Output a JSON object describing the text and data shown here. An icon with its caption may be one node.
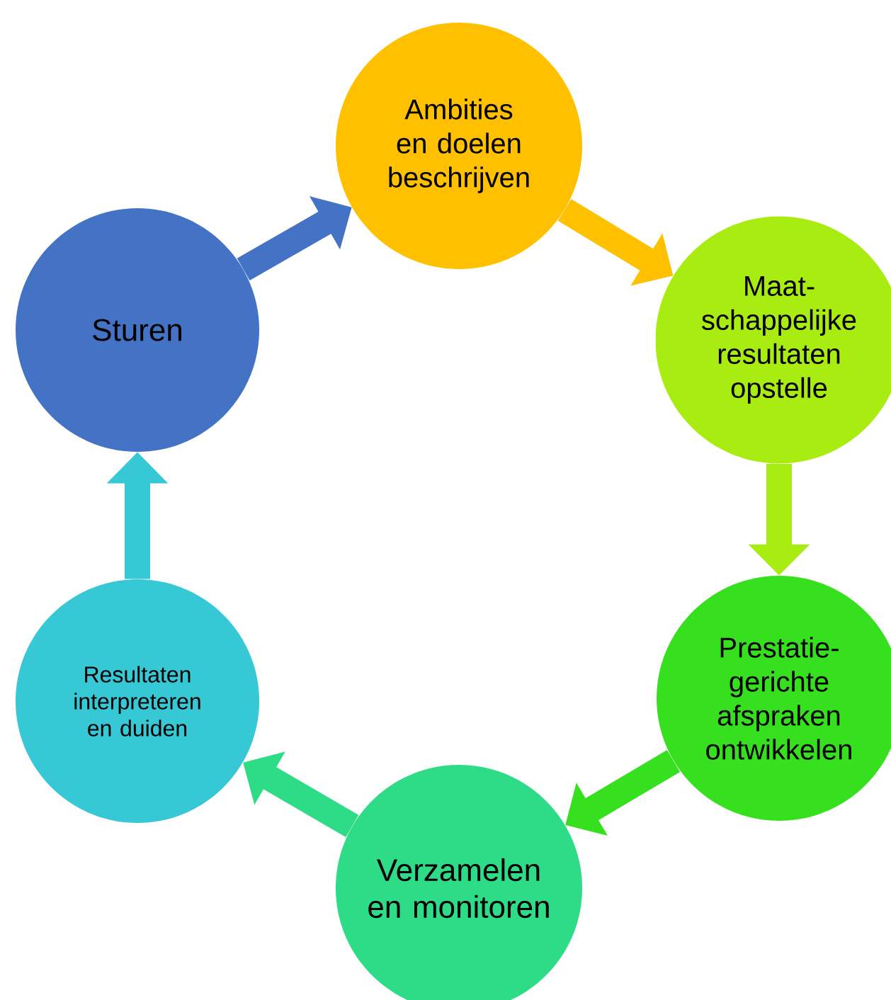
{
  "diagram": {
    "nodes": [
      {
        "text": [
          "Ambities en doelen beschrijven"
        ]
      },
      {
        "text": [
          "Maat-schappelijke resultaten opstelle"
        ]
      },
      {
        "text": [
          "Prestatie-gerichte afspraken ontwikkelen"
        ]
      },
      {
        "text": [
          "Verzamelen en monitoren"
        ]
      },
      {
        "text": [
          "Resultaten interpreteren en duiden"
        ]
      },
      {
        "text": [
          "Sturen"
        ]
      }
    ],
    "edges": [
      {
        "from": 5,
        "to": 0,
        "arrow": "to",
        "color": "#4472c4"
      },
      {
        "from": 0,
        "to": 1,
        "arrow": "to",
        "color": "#ffc000"
      },
      {
        "from": 1,
        "to": 2,
        "arrow": "to",
        "color": "#a8ec12"
      },
      {
        "from": 2,
        "to": 3,
        "arrow": "to",
        "color": "#36e01e"
      },
      {
        "from": 3,
        "to": 4,
        "arrow": "to",
        "color": "#2edb86"
      },
      {
        "from": 4,
        "to": 5,
        "arrow": "to",
        "color": "#36c8d4"
      }
    ]
  }
}
